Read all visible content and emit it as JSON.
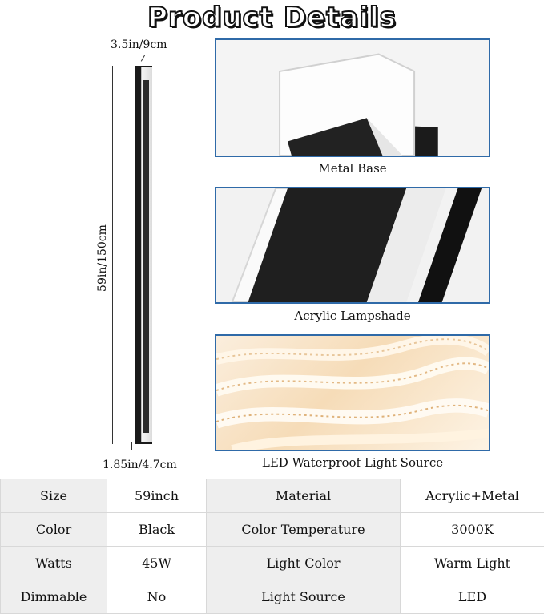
{
  "header": {
    "title": "Product Details"
  },
  "dimensions": {
    "top_width": "3.5in/9cm",
    "height": "59in/150cm",
    "bottom_depth": "1.85in/4.7cm"
  },
  "details": [
    {
      "caption": "Metal Base"
    },
    {
      "caption": "Acrylic Lampshade"
    },
    {
      "caption": "LED Waterproof Light Source"
    }
  ],
  "specs": {
    "rows": [
      [
        "Size",
        "59inch",
        "Material",
        "Acrylic+Metal"
      ],
      [
        "Color",
        "Black",
        "Color Temperature",
        "3000K"
      ],
      [
        "Watts",
        "45W",
        "Light Color",
        "Warm Light"
      ],
      [
        "Dimmable",
        "No",
        "Light Source",
        "LED"
      ]
    ]
  }
}
